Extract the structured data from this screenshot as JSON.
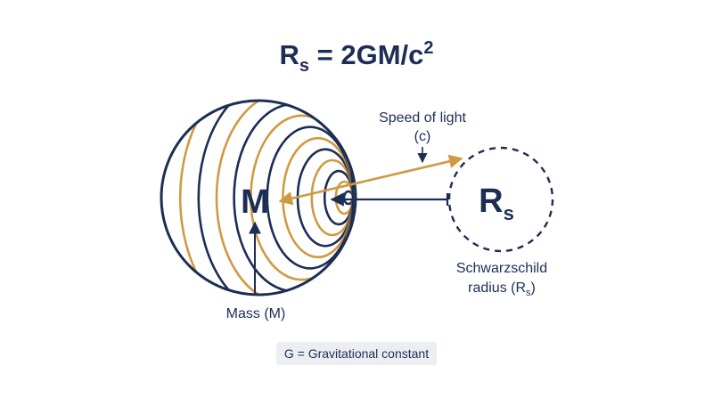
{
  "formula": {
    "lhs": "R",
    "lhs_sub": "s",
    "rhs": " = 2GM/c",
    "rhs_sup": "2"
  },
  "sphere": {
    "label": "M"
  },
  "circle": {
    "label": "R",
    "label_sub": "s"
  },
  "labels": {
    "speed_line1": "Speed of light",
    "speed_line2": "(c)",
    "mass": "Mass (M)",
    "schwarz_line1": "Schwarzschild",
    "schwarz_line2_main": "radius (R",
    "schwarz_line2_sub": "s",
    "schwarz_line2_end": ")"
  },
  "legend": {
    "text": "G = Gravitational constant"
  },
  "colors": {
    "navy": "#1c2e54",
    "gold": "#d09a44",
    "legend_bg": "#eceef2"
  }
}
